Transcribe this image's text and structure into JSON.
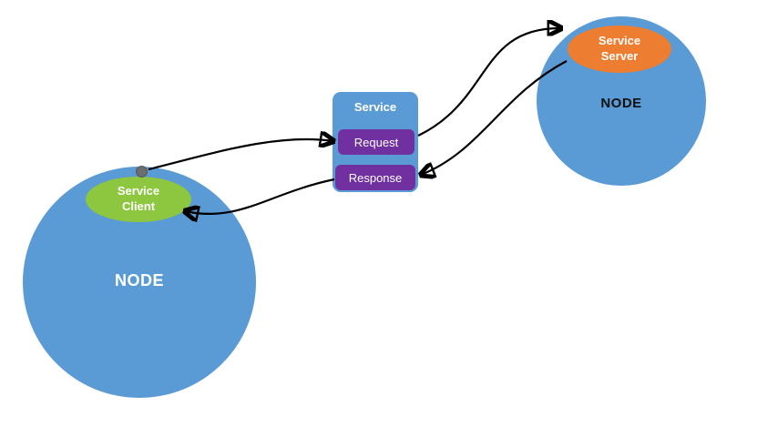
{
  "diagram": {
    "left_node": {
      "label": "NODE"
    },
    "right_node": {
      "label": "NODE"
    },
    "service_client": {
      "line1": "Service",
      "line2": "Client"
    },
    "service_server": {
      "line1": "Service",
      "line2": "Server"
    },
    "service_box": {
      "title": "Service",
      "request": "Request",
      "response": "Response"
    },
    "colors": {
      "node_blue": "#5b9bd5",
      "client_green": "#8dc63f",
      "server_orange": "#ed7d31",
      "box_purple": "#7030a0",
      "arrow_black": "#000000",
      "dot_gray": "#6d6d6d",
      "background": "#ffffff"
    }
  }
}
